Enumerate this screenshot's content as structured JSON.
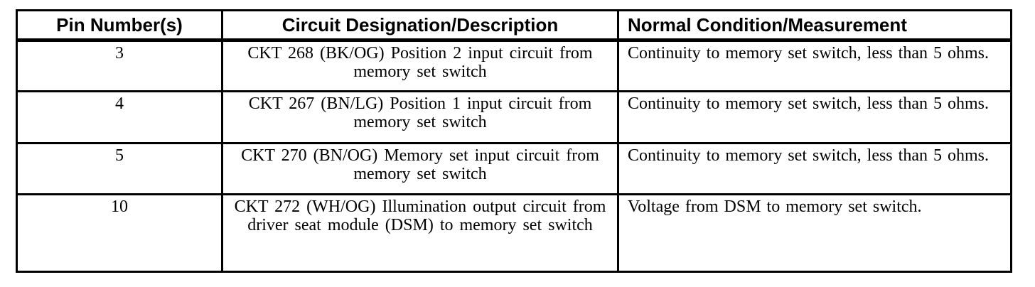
{
  "colors": {
    "border": "#000000",
    "background": "#ffffff",
    "text": "#000000"
  },
  "table": {
    "headers": [
      "Pin Number(s)",
      "Circuit Designation/Description",
      "Normal Condition/Measurement"
    ],
    "rows": [
      {
        "pin": "3",
        "circuit": "CKT 268 (BK/OG) Position 2 input circuit from memory set switch",
        "condition": "Continuity to memory set switch, less than 5 ohms."
      },
      {
        "pin": "4",
        "circuit": "CKT 267 (BN/LG) Position 1 input circuit from memory set switch",
        "condition": "Continuity to memory set switch, less than 5 ohms."
      },
      {
        "pin": "5",
        "circuit": "CKT 270 (BN/OG) Memory set input circuit from memory set switch",
        "condition": "Continuity to memory set switch, less than 5 ohms."
      },
      {
        "pin": "10",
        "circuit": "CKT 272 (WH/OG) Illumination output circuit from driver seat module (DSM) to memory set switch",
        "condition": "Voltage from DSM to memory set switch."
      }
    ]
  }
}
